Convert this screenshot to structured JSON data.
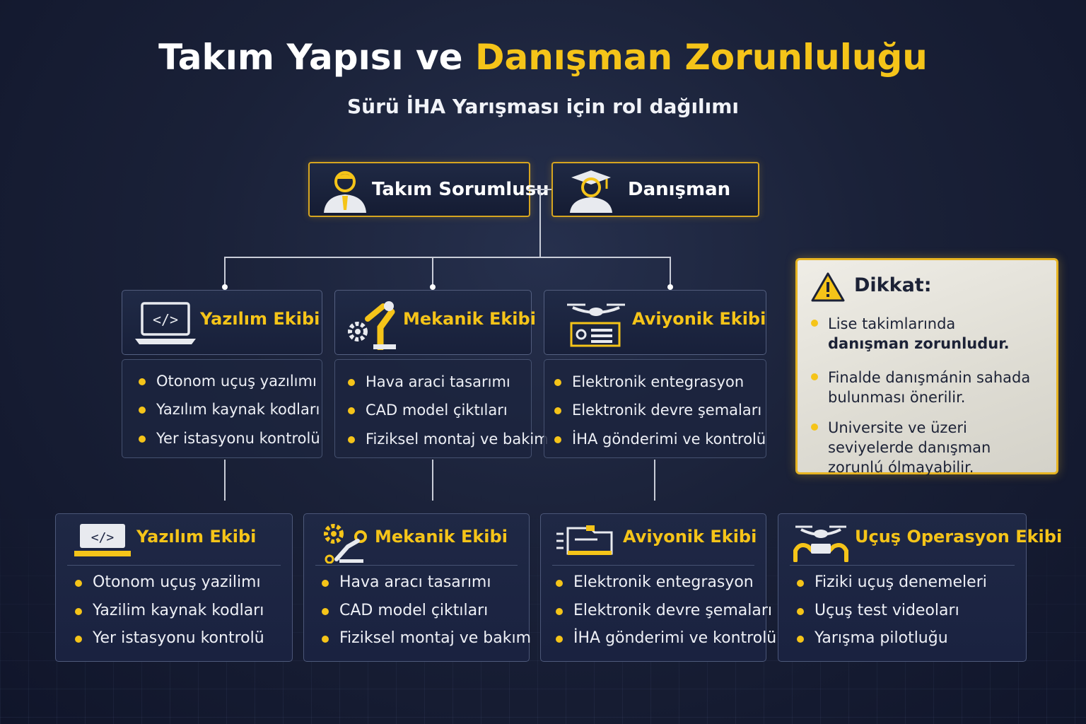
{
  "title": {
    "part1": "Takım Yapısı ve ",
    "accent": "Danışman Zorunluluğu"
  },
  "subtitle": "Sürü İHA Yarışması için rol dağılımı",
  "top": {
    "leader": "Takım Sorumlusu",
    "advisor": "Danışman"
  },
  "middle_teams": [
    {
      "name": "Yazılım Ekibi",
      "icon": "code-laptop-icon",
      "items": [
        "Otonom uçuş yazılımı",
        "Yazılım kaynak kodları",
        "Yer istasyonu kontrolü"
      ]
    },
    {
      "name": "Mekanik Ekibi",
      "icon": "robot-arm-gear-icon",
      "items": [
        "Hava araci tasarımı",
        "CAD model çiktıları",
        "Fiziksel montaj ve bakim"
      ]
    },
    {
      "name": "Aviyonik Ekibi",
      "icon": "drone-circuit-icon",
      "items": [
        "Elektronik entegrasyon",
        "Elektronik devre şemaları",
        "İHA gönderimi ve kontrolü"
      ]
    }
  ],
  "bottom_teams": [
    {
      "name": "Yazılım Ekibi",
      "icon": "code-laptop-icon",
      "items": [
        "Otonom uçuş yazilimı",
        "Yazilim kaynak kodları",
        "Yer istasyonu kontrolü"
      ]
    },
    {
      "name": "Mekanik Ekibi",
      "icon": "gear-robot-arm-icon",
      "items": [
        "Hava aracı tasarımı",
        "CAD model çiktıları",
        "Fiziksel montaj ve bakım"
      ]
    },
    {
      "name": "Aviyonik Ekibi",
      "icon": "circuit-board-icon",
      "items": [
        "Elektronik entegrasyon",
        "Elektronik devre şemaları",
        "İHA gönderimi ve kontrolü"
      ]
    },
    {
      "name": "Uçuş Operasyon Ekibi",
      "icon": "drone-hands-icon",
      "items": [
        "Fiziki uçuş denemeleri",
        "Uçuş test videoları",
        "Yarışma pilotluğu"
      ]
    }
  ],
  "warning": {
    "title": "Dikkat:",
    "item1_pre": "Lise takimlarında ",
    "item1_bold": "danışman zorunludur.",
    "item2": "Finalde danışmánin sahada bulunması önerilir.",
    "item3": "Universite ve üzeri seviyelerde danışman zorunlú ólmayabilir."
  },
  "colors": {
    "accent": "#f5c419",
    "background": "#1a2138",
    "warning_bg": "#e6e4dc"
  }
}
